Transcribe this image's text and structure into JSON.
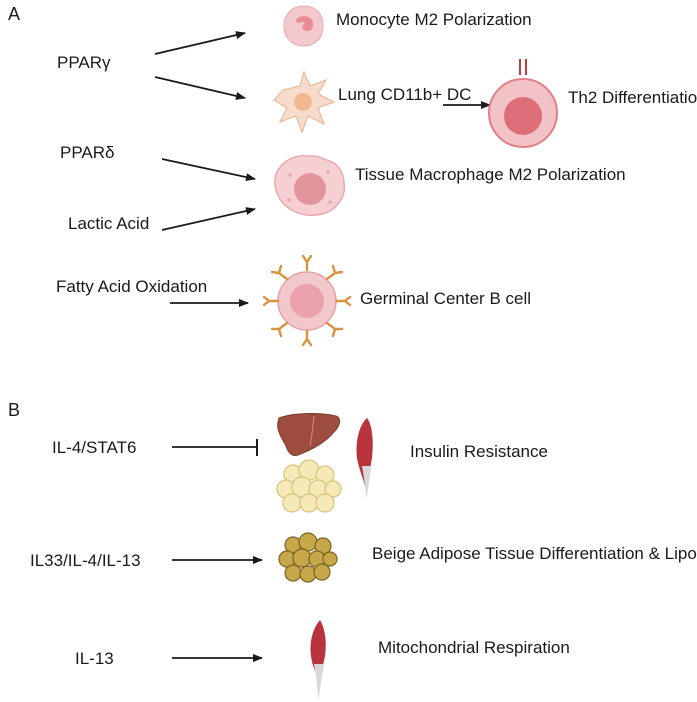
{
  "panel_a": {
    "letter": "A",
    "inputs": {
      "ppar_gamma": "PPARγ",
      "ppar_delta": "PPARδ",
      "lactic_acid": [
        "Lactic",
        "Acid"
      ],
      "fatty_acid_oxidation": [
        "Fatty",
        "Acid",
        "Oxidation"
      ]
    },
    "outputs": {
      "monocyte": [
        "Monocyte",
        "M2 Polarization"
      ],
      "lung_dc": [
        "Lung",
        "CD11b+ DC"
      ],
      "th2": [
        "Th2",
        "Differentiation"
      ],
      "tissue_macrophage": [
        "Tissue",
        "Macrophage",
        "M2 Polarization"
      ],
      "germinal_center": [
        "Germinal Center",
        "B cell"
      ]
    }
  },
  "panel_b": {
    "letter": "B",
    "inputs": {
      "il4_stat6": "IL-4/STAT6",
      "il33": "IL33/IL-4/IL-13",
      "il13": "IL-13"
    },
    "outputs": {
      "insulin": [
        "Insulin",
        "Resistance"
      ],
      "beige": [
        "Beige Adipose Tissue",
        "Differentiation & Lipolysis"
      ],
      "mito": "Mitochondrial Respiration"
    }
  },
  "colors": {
    "arrow": "#1a1a1a",
    "cell_pink": "#f3c4c8",
    "cell_dark_pink": "#e17f88",
    "dc_peach": "#f6d6c2",
    "antibody": "#d9923f",
    "liver": "#9b4a3c",
    "muscle": "#b5323a",
    "adipocyte": "#f4e4a8",
    "beige_adipocyte": "#b89a3a"
  }
}
